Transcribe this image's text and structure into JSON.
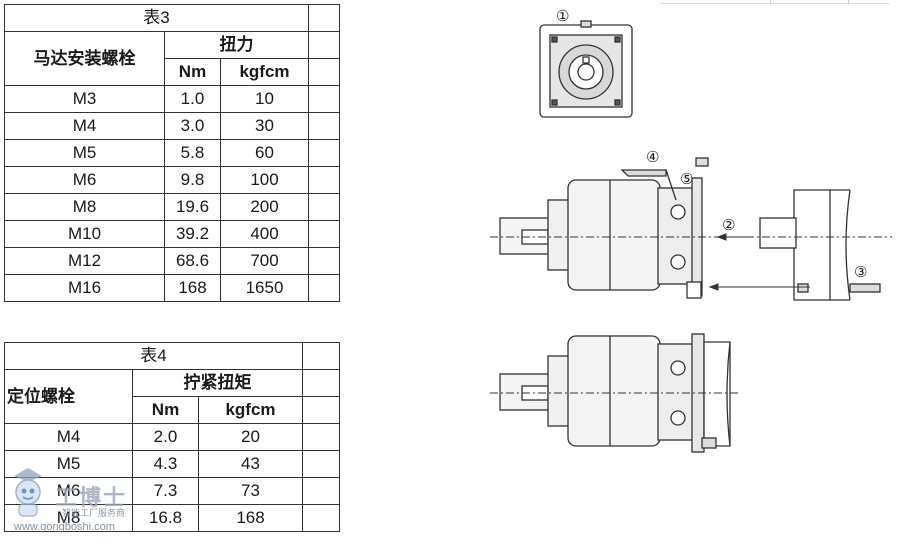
{
  "table3": {
    "caption": "表3",
    "header_col1": "马达安装螺栓",
    "header_group": "扭力",
    "unit_nm": "Nm",
    "unit_kgfcm": "kgfcm",
    "rows": [
      {
        "bolt": "M3",
        "nm": "1.0",
        "kgfcm": "10"
      },
      {
        "bolt": "M4",
        "nm": "3.0",
        "kgfcm": "30"
      },
      {
        "bolt": "M5",
        "nm": "5.8",
        "kgfcm": "60"
      },
      {
        "bolt": "M6",
        "nm": "9.8",
        "kgfcm": "100"
      },
      {
        "bolt": "M8",
        "nm": "19.6",
        "kgfcm": "200"
      },
      {
        "bolt": "M10",
        "nm": "39.2",
        "kgfcm": "400"
      },
      {
        "bolt": "M12",
        "nm": "68.6",
        "kgfcm": "700"
      },
      {
        "bolt": "M16",
        "nm": "168",
        "kgfcm": "1650"
      }
    ]
  },
  "table4": {
    "caption": "表4",
    "header_col1": "定位螺栓",
    "header_group": "拧紧扭矩",
    "unit_nm": "Nm",
    "unit_kgfcm": "kgfcm",
    "rows": [
      {
        "bolt": "M4",
        "nm": "2.0",
        "kgfcm": "20"
      },
      {
        "bolt": "M5",
        "nm": "4.3",
        "kgfcm": "43"
      },
      {
        "bolt": "M6",
        "nm": "7.3",
        "kgfcm": "73"
      },
      {
        "bolt": "M8",
        "nm": "16.8",
        "kgfcm": "168"
      }
    ]
  },
  "drawing": {
    "callouts": [
      "①",
      "②",
      "③",
      "④",
      "⑤"
    ]
  },
  "watermark": {
    "name": "工博士",
    "tagline": "智能工厂服务商",
    "url": "www.gongboshi.com"
  }
}
